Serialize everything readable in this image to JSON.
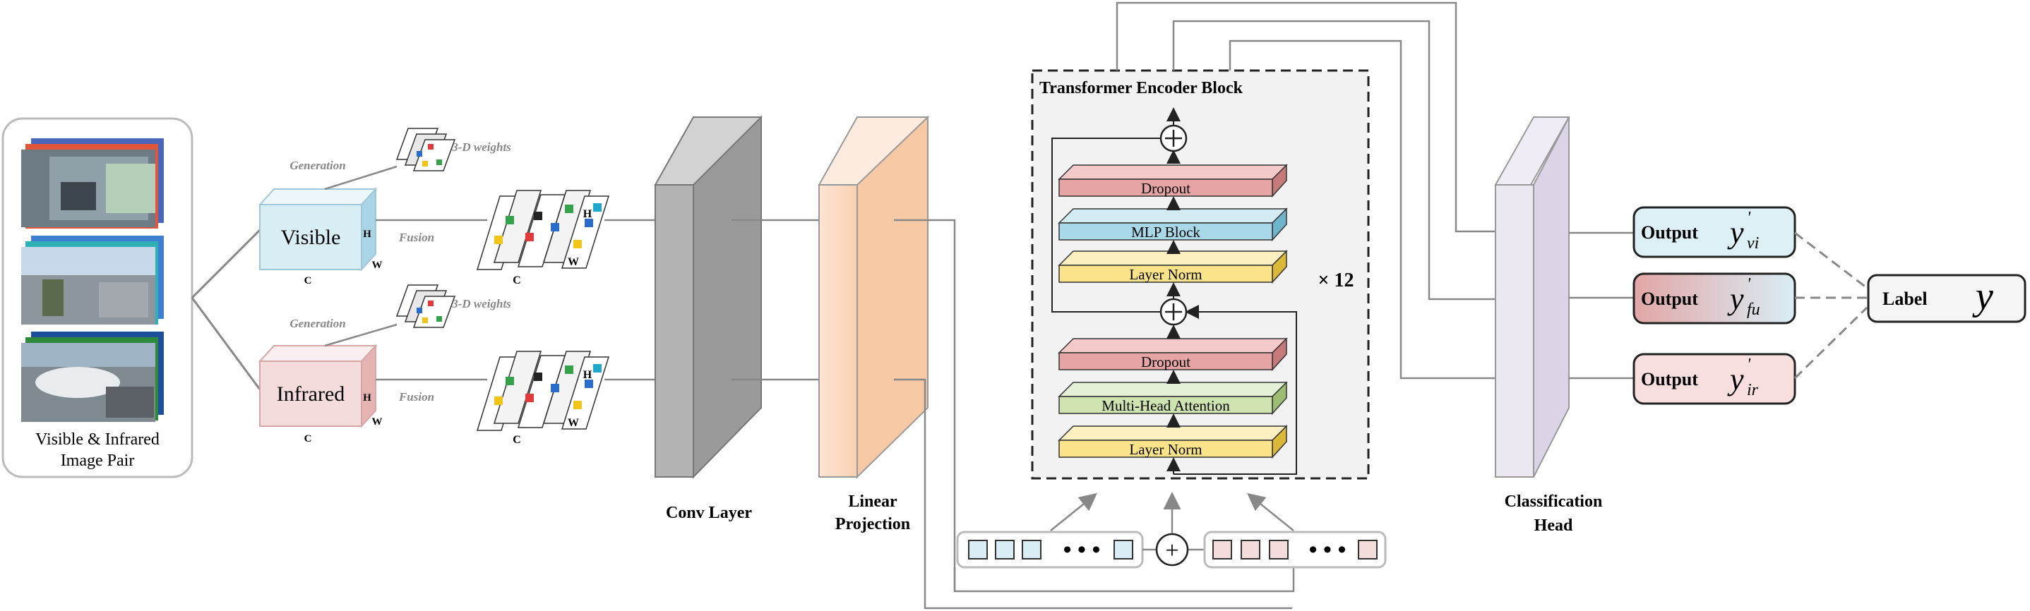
{
  "input": {
    "label_line1": "Visible & Infrared",
    "label_line2": "Image Pair"
  },
  "branches": {
    "visible": {
      "label": "Visible",
      "generation": "Generation",
      "fusion": "Fusion",
      "weights": "3-D weights"
    },
    "infrared": {
      "label": "Infrared",
      "generation": "Generation",
      "fusion": "Fusion",
      "weights": "3-D weights"
    },
    "dim_h": "H",
    "dim_w": "W",
    "dim_c": "C"
  },
  "conv": {
    "label": "Conv Layer"
  },
  "linear": {
    "label_line1": "Linear",
    "label_line2": "Projection"
  },
  "transformer": {
    "title": "Transformer Encoder Block",
    "layers_top": [
      "Dropout",
      "MLP Block",
      "Layer Norm"
    ],
    "layers_bottom": [
      "Dropout",
      "Multi-Head Attention",
      "Layer Norm"
    ],
    "repeat": "× 12"
  },
  "tokens": {
    "dots": "• • •",
    "plus": "+"
  },
  "head": {
    "label_line1": "Classification",
    "label_line2": "Head"
  },
  "outputs": [
    {
      "label": "Output",
      "symbol": "y",
      "prime": "'",
      "sub": "vi"
    },
    {
      "label": "Output",
      "symbol": "y",
      "prime": "'",
      "sub": "fu"
    },
    {
      "label": "Output",
      "symbol": "y",
      "prime": "'",
      "sub": "ir"
    }
  ],
  "final": {
    "label": "Label",
    "symbol": "y"
  },
  "colors": {
    "visible_fill": "#d9edf4",
    "infrared_fill": "#f4dcdc",
    "dropout": "#e6a4a4",
    "mlp": "#a9d8e8",
    "norm": "#fbe38a",
    "mha": "#cfe3b0",
    "conv": "#a9a9a9",
    "linear": "#f6c9a4",
    "head": "#dcd3e6",
    "out_vi": "#dcf0f6",
    "out_ir": "#f8dede"
  }
}
